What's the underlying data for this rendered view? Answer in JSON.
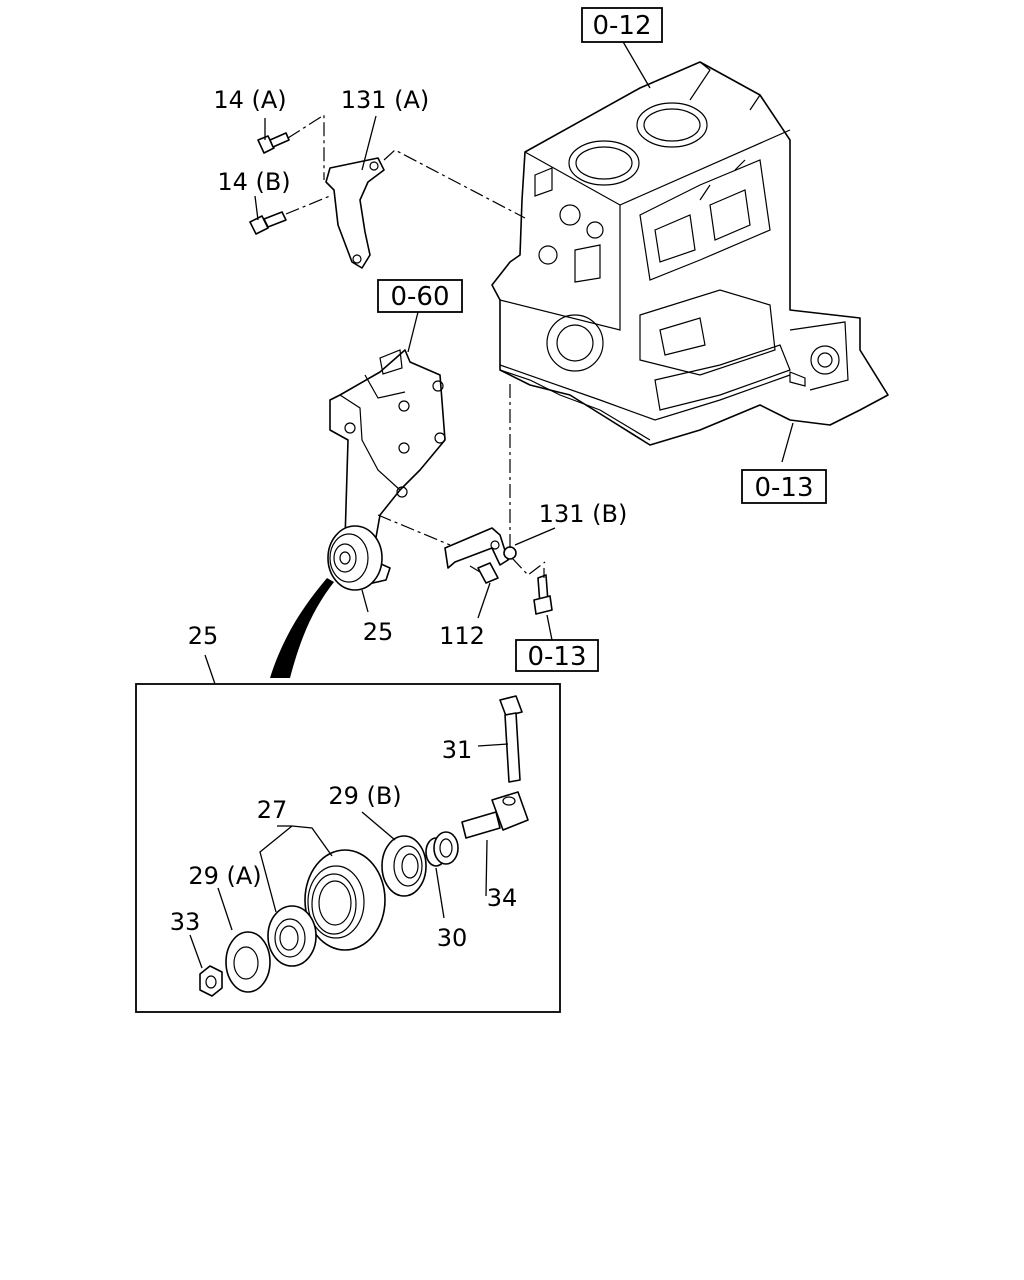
{
  "callouts": {
    "ref_0_12": "0-12",
    "ref_0_60": "0-60",
    "ref_0_13_engine": "0-13",
    "ref_0_13_bolt": "0-13",
    "p14a": "14 (A)",
    "p14b": "14 (B)",
    "p131a": "131 (A)",
    "p131b": "131 (B)",
    "p25_bracket": "25",
    "p112": "112",
    "p25_detail": "25",
    "p31": "31",
    "p27": "27",
    "p29b": "29 (B)",
    "p29a": "29 (A)",
    "p33": "33",
    "p34": "34",
    "p30": "30"
  }
}
